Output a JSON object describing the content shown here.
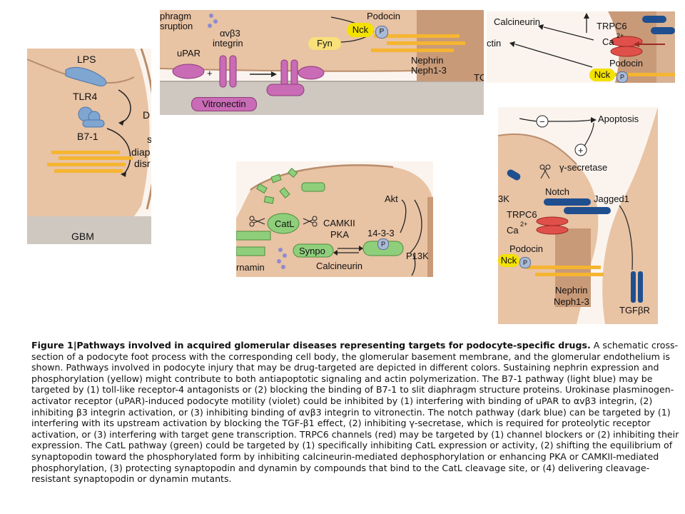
{
  "panel_a": {
    "labels": {
      "lps": "LPS",
      "tlr4": "TLR4",
      "b71": "B7-1",
      "gbm": "GBM",
      "d_frag": "D",
      "s_frag": "s",
      "diap_frag": "diap",
      "disr_frag": "disr"
    },
    "colors": {
      "cell": "#e8c3a4",
      "membrane": "#d6ccc4",
      "receptor": "#7fa6d1",
      "nephrin": "#f5b531"
    }
  },
  "panel_b": {
    "labels": {
      "diaphragm": "phragm",
      "disruption": "sruption",
      "avb3": "αvβ3",
      "integrin": "integrin",
      "upar": "uPAR",
      "plus": "+",
      "vitronectin": "Vitronectin",
      "fyn": "Fyn",
      "nck": "Nck",
      "p": "P",
      "podocin": "Podocin",
      "nephrin": "Nephrin",
      "neph13": "Neph1-3",
      "tc_frag": "TC"
    },
    "colors": {
      "violet": "#c96bb5",
      "cell": "#e8c3a4",
      "gbm": "#cfc8c0"
    }
  },
  "panel_c": {
    "labels": {
      "calcineurin": "Calcineurin",
      "trpc6": "TRPC6",
      "ca": "Ca",
      "ca_charge": "2+",
      "actin": "ctin",
      "podocin": "Podocin",
      "nck": "Nck",
      "p": "P"
    },
    "colors": {
      "trpc": "#e0504a",
      "cell": "#e8c3a4"
    }
  },
  "panel_d": {
    "labels": {
      "catl": "CatL",
      "camkii": "CAMKII",
      "pka": "PKA",
      "synpo": "Synpo",
      "p1433": "14-3-3",
      "p": "P",
      "akt": "Akt",
      "pi3k": "P13K",
      "calcineurin": "Calcineurin",
      "dynamin": "rnamin"
    },
    "colors": {
      "green": "#8fcf7c",
      "cell": "#e8c3a4"
    }
  },
  "panel_e": {
    "labels": {
      "apoptosis": "Apoptosis",
      "minus": "−",
      "plus": "+",
      "gsecretase": "γ-secretase",
      "notch": "Notch",
      "jagged1": "Jagged1",
      "k3": "3K",
      "trpc6": "TRPC6",
      "ca": "Ca",
      "ca_charge": "2+",
      "podocin": "Podocin",
      "nck": "Nck",
      "p": "P",
      "nephrin": "Nephrin",
      "neph13": "Neph1-3",
      "tgfbr": "TGFβR"
    },
    "colors": {
      "darkblue": "#1f4f8f",
      "cell": "#e8c3a4",
      "trpc": "#e0504a"
    }
  },
  "caption": {
    "label": "Figure 1",
    "separator": "|",
    "title": "Pathways involved in acquired glomerular diseases representing targets for podocyte-specific drugs.",
    "body": " A schematic cross-section of a podocyte foot process with the corresponding cell body, the glomerular basement membrane, and the glomerular endothelium is shown. Pathways involved in podocyte injury that may be drug-targeted are depicted in different colors. Sustaining nephrin expression and phosphorylation (yellow) might contribute to both antiapoptotic signaling and actin polymerization. The B7-1 pathway (light blue) may be targeted by (1) toll-like receptor-4 antagonists or (2) blocking the binding of B7-1 to slit diaphragm structure proteins. Urokinase plasminogen-activator receptor (uPAR)-induced podocyte motility (violet) could be inhibited by (1) interfering with binding of uPAR to αvβ3 integrin, (2) inhibiting β3 integrin activation, or (3) inhibiting binding of αvβ3 integrin to vitronectin. The notch pathway (dark blue) can be targeted by (1) interfering with its upstream activation by blocking the TGF-β1 effect, (2) inhibiting γ-secretase, which is required for proteolytic receptor activation, or (3) interfering with target gene transcription. TRPC6 channels (red) may be targeted by (1) channel blockers or (2) inhibiting their expression. The CatL pathway (green) could be targeted by (1) specifically inhibiting CatL expression or activity, (2) shifting the equilibrium of synaptopodin toward the phosphorylated form by inhibiting calcineurin-mediated dephosphorylation or enhancing PKA or CAMKII-mediated phosphorylation, (3) protecting synaptopodin and dynamin by compounds that bind to the CatL cleavage site, or (4) delivering cleavage-resistant synaptopodin or dynamin mutants."
  }
}
